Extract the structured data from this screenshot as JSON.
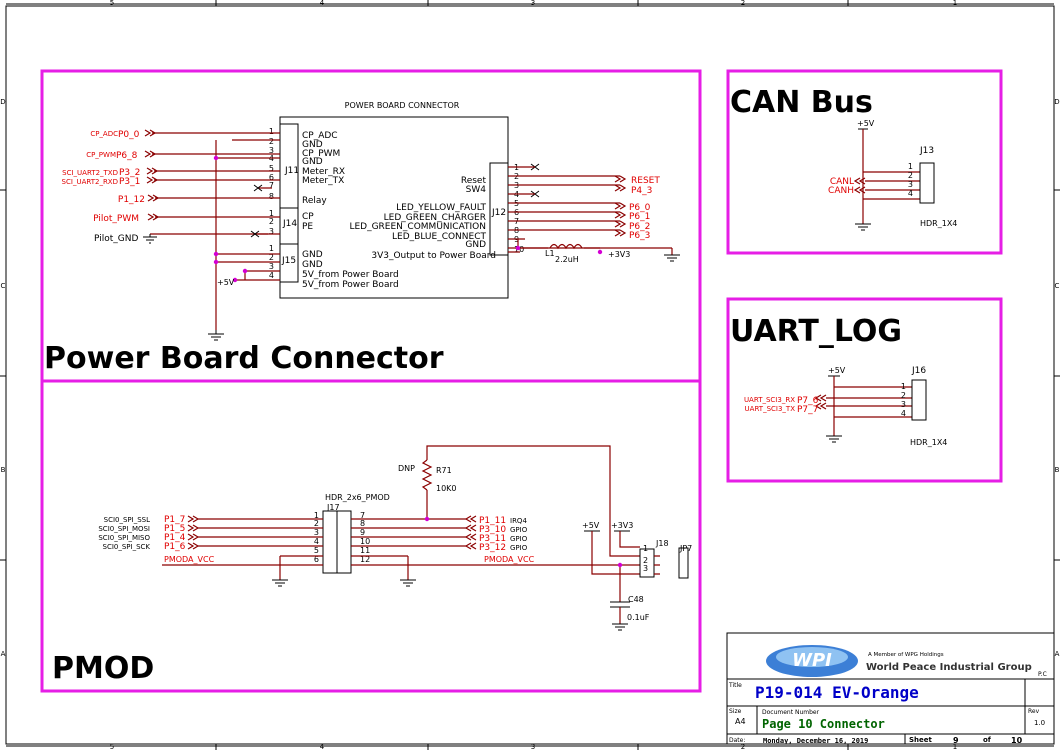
{
  "frame": {
    "top_cols": [
      "5",
      "4",
      "3",
      "2",
      "1"
    ],
    "bottom_cols": [
      "5",
      "4",
      "3",
      "2",
      "1"
    ],
    "side_rows": [
      "D",
      "C",
      "B",
      "A"
    ]
  },
  "sections": {
    "power_board": "Power Board Connector",
    "can": "CAN Bus",
    "uart": "UART_LOG",
    "pmod": "PMOD"
  },
  "power_board": {
    "box_title": "POWER BOARD CONNECTOR",
    "j11": {
      "ref": "J11",
      "pins": [
        "1",
        "2",
        "3",
        "4",
        "5",
        "6",
        "7",
        "8"
      ],
      "names": [
        "CP_ADC",
        "GND",
        "CP_PWM",
        "GND",
        "Meter_RX",
        "Meter_TX",
        "",
        "Relay"
      ]
    },
    "j14": {
      "ref": "J14",
      "pins": [
        "1",
        "2",
        "3"
      ],
      "names": [
        "CP",
        "PE",
        ""
      ]
    },
    "j15": {
      "ref": "J15",
      "pins": [
        "1",
        "2",
        "3",
        "4"
      ],
      "names": [
        "GND",
        "GND",
        "5V_from Power Board",
        "5V_from Power Board"
      ]
    },
    "j12": {
      "ref": "J12",
      "pins": [
        "1",
        "2",
        "3",
        "4",
        "5",
        "6",
        "7",
        "8",
        "9",
        "10"
      ],
      "names": [
        "Reset",
        "SW4",
        "LED_YELLOW_FAULT",
        "LED_GREEN_CHARGER",
        "LED_GREEN_COMMUNICATION",
        "LED_BLUE_CONNECT",
        "GND",
        "3V3_Output to Power Board"
      ]
    },
    "left_nets": [
      {
        "sig": "CP_ADC",
        "port": "P0_0"
      },
      {
        "sig": "CP_PWM",
        "port": "P6_8"
      },
      {
        "sig": "SCI_UART2_TXD",
        "port": "P3_2"
      },
      {
        "sig": "SCI_UART2_RXD",
        "port": "P3_1"
      },
      {
        "sig": "",
        "port": "P1_12"
      },
      {
        "sig": "",
        "port": "Pilot_PWM"
      }
    ],
    "pilot_gnd": "Pilot_GND",
    "plus5v": "+5V",
    "right_nets": [
      "RESET",
      "P4_3",
      "P6_0",
      "P6_1",
      "P6_2",
      "P6_3"
    ],
    "inductor": {
      "ref": "L1",
      "value": "2.2uH"
    },
    "plus3v3": "+3V3"
  },
  "can": {
    "supply": "+5V",
    "ref": "J13",
    "pins": [
      "1",
      "2",
      "3",
      "4"
    ],
    "nets": [
      "CANL",
      "CANH"
    ],
    "part": "HDR_1X4"
  },
  "uart": {
    "supply": "+5V",
    "ref": "J16",
    "pins": [
      "1",
      "2",
      "3",
      "4"
    ],
    "nets": [
      {
        "sig": "UART_SCI3_RX",
        "port": "P7_6"
      },
      {
        "sig": "UART_SCI3_TX",
        "port": "P7_7"
      }
    ],
    "part": "HDR_1X4"
  },
  "pmod": {
    "part": "HDR_2x6_PMOD",
    "ref": "J17",
    "left_pins": [
      "1",
      "2",
      "3",
      "4",
      "5",
      "6"
    ],
    "right_pins": [
      "7",
      "8",
      "9",
      "10",
      "11",
      "12"
    ],
    "left_nets": [
      {
        "sig": "SCI0_SPI_SSL",
        "port": "P1_7"
      },
      {
        "sig": "SCI0_SPI_MOSI",
        "port": "P1_5"
      },
      {
        "sig": "SCI0_SPI_MISO",
        "port": "P1_4"
      },
      {
        "sig": "SCI0_SPI_SCK",
        "port": "P1_6"
      }
    ],
    "vcc": "PMODA_VCC",
    "right_nets": [
      {
        "port": "P1_11",
        "fn": "IRQ4"
      },
      {
        "port": "P3_10",
        "fn": "GPIO"
      },
      {
        "port": "P3_11",
        "fn": "GPIO"
      },
      {
        "port": "P3_12",
        "fn": "GPIO"
      }
    ],
    "vcc_right": "PMODA_VCC",
    "resistor": {
      "ref": "R71",
      "value": "10K0",
      "dnp": "DNP"
    },
    "plus5v": "+5V",
    "plus3v3": "+3V3",
    "j18": {
      "ref": "J18",
      "pins": [
        "1",
        "2",
        "3"
      ]
    },
    "jp": "JP7",
    "cap": {
      "ref": "C48",
      "value": "0.1uF"
    }
  },
  "title_block": {
    "logo_tagline": "A Member of WPG Holdings",
    "logo_mark": "WPI",
    "company": "World Peace Industrial Group",
    "pc": "P.C",
    "title_label": "Title",
    "title": "P19-014 EV-Orange",
    "size_label": "Size",
    "size": "A4",
    "docnum_label": "Document Number",
    "docnum": "Page 10 Connector",
    "rev_label": "Rev",
    "rev": "1.0",
    "date_label": "Date:",
    "date": "Monday, December 16, 2019",
    "sheet_label": "Sheet",
    "sheet": "9",
    "of_label": "of",
    "total": "10"
  }
}
